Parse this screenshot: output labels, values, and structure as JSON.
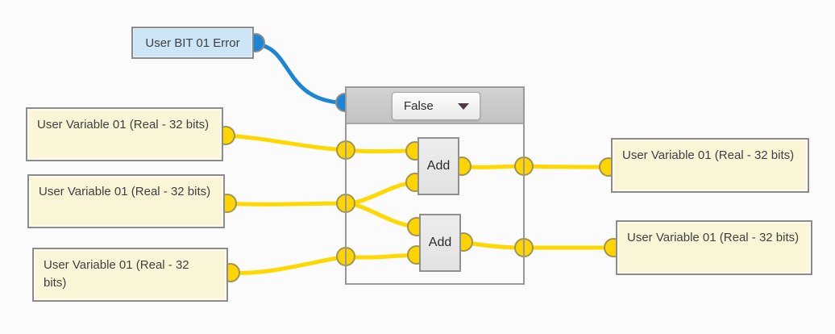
{
  "diagram": {
    "bit_input": {
      "label": "User BIT 01 Error",
      "type": "bit-variable"
    },
    "variable_inputs": [
      {
        "label": "User Variable 01 (Real - 32 bits)"
      },
      {
        "label": "User Variable 01 (Real - 32 bits)"
      },
      {
        "label": "User Variable 01 (Real - 32 bits)"
      }
    ],
    "variable_outputs": [
      {
        "label": "User Variable 01 (Real - 32 bits)"
      },
      {
        "label": "User Variable 01 (Real - 32 bits)"
      }
    ],
    "function_block": {
      "condition_selector": {
        "value": "False",
        "icon": "dropdown-arrow-icon"
      },
      "operations": [
        {
          "label": "Add"
        },
        {
          "label": "Add"
        }
      ]
    }
  },
  "colors": {
    "wire_yellow": "#FFD800",
    "wire_blue": "#1E85D4",
    "port_yellow_fill": "#FFD400",
    "port_yellow_stroke": "#9d9455",
    "port_blue_fill": "#1E85D4",
    "port_blue_stroke": "#8c8c8c",
    "node_cream_fill": "#FBF5D8",
    "node_blue_fill": "#CDE6F7",
    "node_border": "#8C8C8C",
    "container_header": "#C9C9C9",
    "background": "#FBFBFB"
  }
}
